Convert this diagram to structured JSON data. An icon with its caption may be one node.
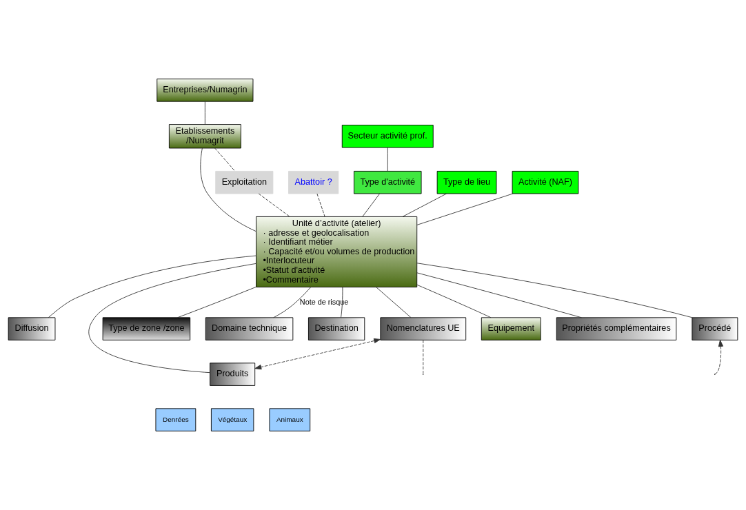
{
  "diagram": {
    "nodes": [
      {
        "text": [
          "Entreprises/Numagrin"
        ]
      },
      {
        "text": [
          "Etablissements",
          "/Numagrit"
        ]
      },
      {
        "text": [
          "Exploitation"
        ]
      },
      {
        "text": [
          "Abattoir ?"
        ]
      },
      {
        "text": [
          "Secteur activité prof."
        ]
      },
      {
        "text": [
          "Type d'activité"
        ]
      },
      {
        "text": [
          "Type de lieu"
        ]
      },
      {
        "text": [
          "Activité (NAF)"
        ]
      },
      {
        "text": [
          "Unité d’activité (atelier)",
          "· adresse et geolocalisation",
          "· Identifiant métier",
          "· Capacité et/ou volumes de production",
          "•Interlocuteur",
          "•Statut d'activité",
          "•Commentaire"
        ]
      },
      {
        "text": [
          "Nomenclatures UE"
        ]
      },
      {
        "text": [
          "Diffusion"
        ]
      },
      {
        "text": [
          "Produits"
        ]
      },
      {
        "text": [
          "Denrées"
        ]
      },
      {
        "text": [
          "Végétaux"
        ]
      },
      {
        "text": [
          "Animaux"
        ]
      },
      {
        "text": [
          "Type de zone /zone"
        ]
      },
      {
        "text": [
          "Domaine technique"
        ]
      },
      {
        "text": [
          "Destination"
        ]
      },
      {
        "text": [
          "Procédé"
        ]
      },
      {
        "text": [
          "Equipement"
        ]
      },
      {
        "text": [
          "Propriétés complémentaires"
        ]
      }
    ],
    "edges": [
      {
        "from": 0,
        "to": 1,
        "arrow": "none"
      },
      {
        "from": 1,
        "to": 2,
        "arrow": "none",
        "style": "dashed"
      },
      {
        "from": 1,
        "to": 8,
        "arrow": "none"
      },
      {
        "from": 2,
        "to": 8,
        "arrow": "none",
        "style": "dashed"
      },
      {
        "from": 3,
        "to": 8,
        "arrow": "none",
        "style": "dashed"
      },
      {
        "from": 4,
        "to": 5,
        "arrow": "none"
      },
      {
        "from": 5,
        "to": 8,
        "arrow": "none"
      },
      {
        "from": 6,
        "to": 8,
        "arrow": "none"
      },
      {
        "from": 7,
        "to": 8,
        "arrow": "none"
      },
      {
        "from": 8,
        "to": 9,
        "arrow": "none"
      },
      {
        "from": 9,
        "to": 11,
        "arrow": "both",
        "style": "dashed"
      },
      {
        "from": 10,
        "to": 8,
        "arrow": "none"
      },
      {
        "from": 8,
        "to": 11,
        "arrow": "none"
      },
      {
        "from": 15,
        "to": 8,
        "arrow": "none"
      },
      {
        "from": 16,
        "to": 8,
        "arrow": "none",
        "label": "Note de risque"
      },
      {
        "from": 17,
        "to": 8,
        "arrow": "none"
      },
      {
        "from": 20,
        "to": 8,
        "arrow": "none"
      },
      {
        "from": 18,
        "to": 8,
        "arrow": "none"
      },
      {
        "from": 19,
        "to": 8,
        "arrow": "none"
      },
      {
        "from": null,
        "to": 18,
        "arrow": "to",
        "style": "dashed"
      },
      {
        "from": 9,
        "to": null,
        "arrow": "none",
        "style": "dashed"
      }
    ]
  }
}
